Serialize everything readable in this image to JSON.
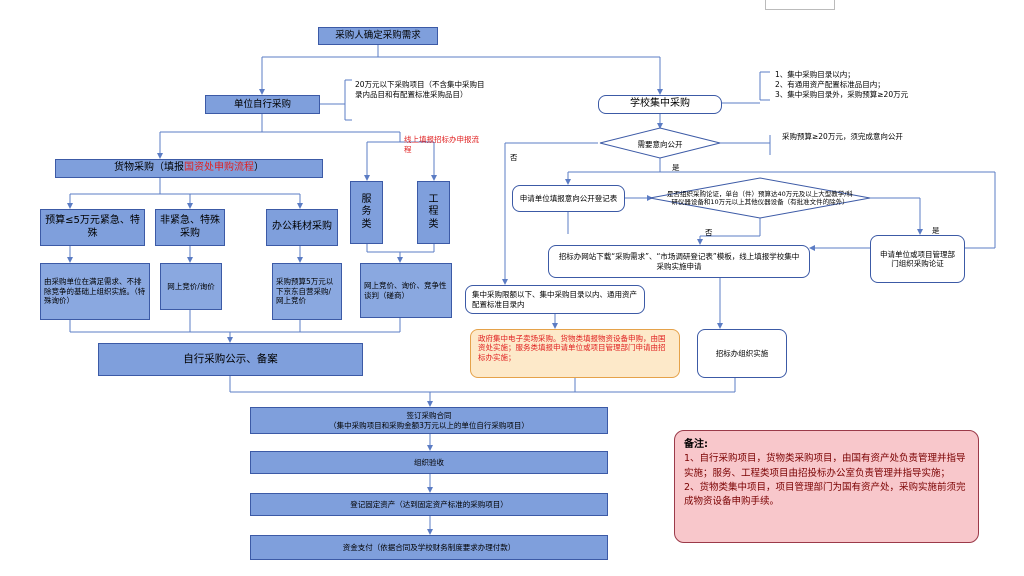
{
  "top_node": "采购人确定采购需求",
  "left_branch": {
    "unit_self": "单位自行采购",
    "unit_note": "20万元以下采购项目（不含集中采购目录内品目和有配置标准采购品目）",
    "online_note": "线上填报招标办申报流程",
    "goods_prefix": "货物采购（填报",
    "goods_red": "国资处申购流程",
    "goods_suffix": "）",
    "service": "服务类",
    "engineering": "工程类",
    "cat1": "预算≤5万元紧急、特殊",
    "cat2": "非紧急、特殊采购",
    "cat3": "办公耗材采购",
    "d1": "由采购单位在满足需求、不排除竞争的基础上组织实施。（特殊询价）",
    "d2": "网上竞价/询价",
    "d3": "采购预算5万元以下京东自营采购/网上竞价",
    "d4": "网上竞价、询价、竞争性谈判（磋商）",
    "publicity": "自行采购公示、备案"
  },
  "right_branch": {
    "school": "学校集中采购",
    "school_note_1": "1、集中采购目录以内；",
    "school_note_2": "2、有通用资产配置标准品目内；",
    "school_note_3": "3、集中采购目录外，采购预算≥20万元",
    "need_public": "需要意向公开",
    "need_public_note": "采购预算≥20万元，须完成意向公开",
    "no": "否",
    "yes": "是",
    "apply_unit": "申请单位填报意向公开登记表",
    "need_demo": "是否组织采购论证，单台（件）预算达40万元及以上大型教学/科研仪器设备和10万元以上其他仪器设备（有批准文件的除外）",
    "no2": "否",
    "yes2": "是",
    "demo_unit": "申请单位或项目管理部门组织采购论证",
    "download": "招标办网站下载“采购需求”、“市场调研登记表”模板，线上填报学校集中采购实施申请",
    "limit": "集中采购限额以下、集中采购目录以内、通用资产配置标准目录内",
    "gov_mall": "政府集中电子卖场采购。货物类填报物资设备申购，由国资处实施；服务类填报申请单位或项目管理部门申请由招标办实施；",
    "bid_office": "招标办组织实施"
  },
  "bottom": {
    "contract_1": "签订采购合同",
    "contract_2": "（集中采购项目和采购金额3万元以上的单位自行采购项目）",
    "acceptance": "组织验收",
    "asset": "登记固定资产（达到固定资产标准的采购项目）",
    "payment": "资金支付（依据合同及学校财务制度要求办理付款）"
  },
  "memo": {
    "title": "备注:",
    "p1": "1、自行采购项目，货物类采购项目，由国有资产处负责管理并指导实施；服务、工程类项目由招投标办公室负责管理并指导实施；",
    "p2": "2、货物类集中项目，项目管理部门为国有资产处，采购实施前须完成物资设备申购手续。"
  },
  "colors": {
    "box_blue": "#7f9fdc",
    "border": "#3c5aa6",
    "line": "#5b7cc4",
    "red": "#e02020",
    "memo_bg": "#f8c7cb",
    "memo_border": "#9b3a49",
    "orange_bg": "#fde9c9"
  }
}
